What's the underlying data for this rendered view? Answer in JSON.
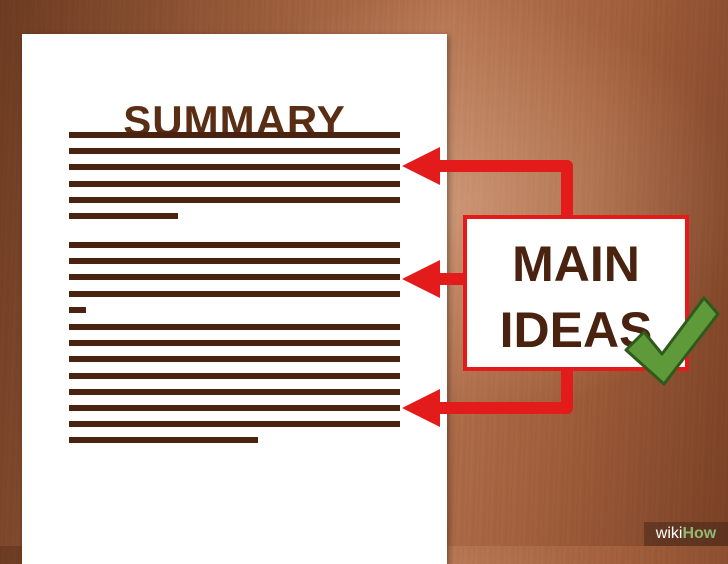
{
  "document": {
    "title": "SUMMARY",
    "paragraphs": [
      {
        "name": "paragraph-1",
        "lines": [
          1,
          1,
          1,
          1,
          1,
          0.33
        ]
      },
      {
        "name": "paragraph-2",
        "lines": [
          1,
          1,
          1,
          1,
          0.05
        ]
      },
      {
        "name": "paragraph-3",
        "lines": [
          1,
          1,
          1,
          1,
          1,
          1,
          1,
          0.57
        ]
      }
    ]
  },
  "callout": {
    "line1": "MAIN",
    "line2": "IDEAS",
    "border_color": "#e41b1b",
    "text_color": "#4a2210"
  },
  "arrows": {
    "color": "#e41b1b",
    "targets": [
      "paragraph-1",
      "paragraph-2",
      "paragraph-3"
    ]
  },
  "checkmark": {
    "icon": "checkmark-icon",
    "color": "#5f9a3a"
  },
  "watermark": {
    "prefix": "wiki",
    "suffix": "How"
  }
}
